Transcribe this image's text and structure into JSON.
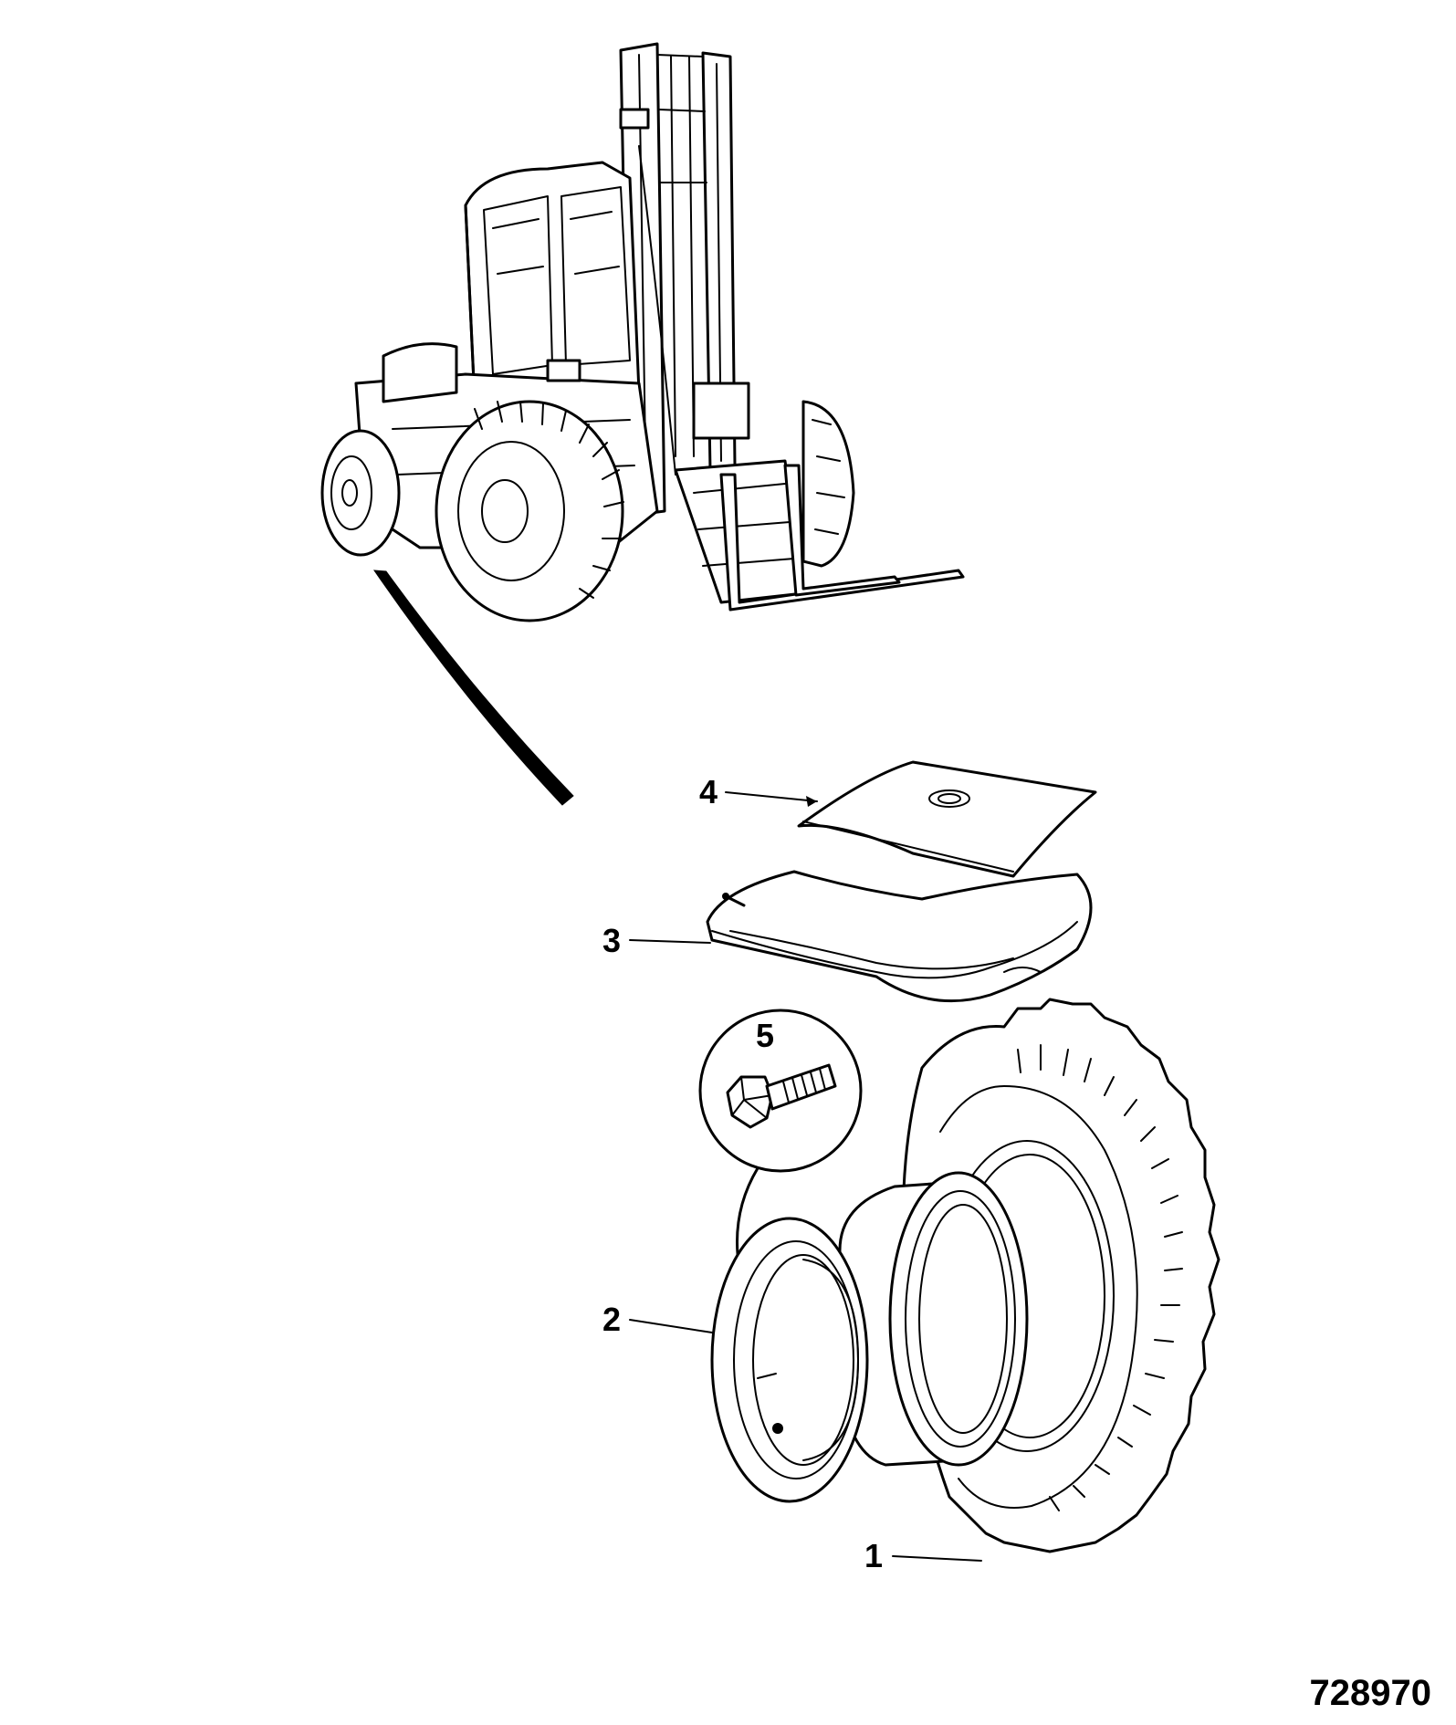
{
  "callouts": [
    {
      "id": "4",
      "label": "4"
    },
    {
      "id": "3",
      "label": "3"
    },
    {
      "id": "5",
      "label": "5"
    },
    {
      "id": "2",
      "label": "2"
    },
    {
      "id": "1",
      "label": "1"
    }
  ],
  "reference_number": "728970"
}
